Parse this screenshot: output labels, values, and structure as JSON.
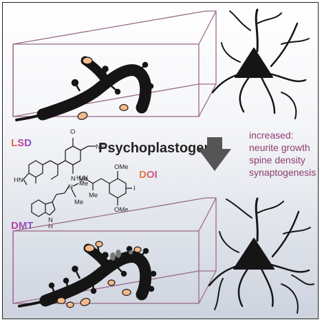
{
  "title": "Psychoplastogen",
  "effects": {
    "heading": "increased:",
    "lines": [
      "neurite growth",
      "spine density",
      "synaptogenesis"
    ]
  },
  "molecules": {
    "lsd": {
      "name": "LSD",
      "atoms": {
        "amide": "NEt",
        "amide_sub": "2",
        "oxygen": "O",
        "ring_n": "N",
        "me": "Me",
        "indole": "HN"
      }
    },
    "doi": {
      "name": "DOI",
      "atoms": {
        "ome_top": "OMe",
        "ome_bottom": "OMe",
        "iodo": "I",
        "amine": "H",
        "amine_sub": "2",
        "amine_n": "N",
        "me": "Me"
      }
    },
    "dmt": {
      "name": "DMT",
      "atoms": {
        "n": "N",
        "me_top": "Me",
        "me_bottom": "Me",
        "indole": "N",
        "indole_h": "H"
      }
    }
  },
  "colors": {
    "box": "#9a6a8a",
    "effect_text": "#8f3d6e",
    "arrow": "#555555",
    "spine": "#f6b98a",
    "lsd_gradient": [
      "#e8703a",
      "#c03ea0",
      "#7b57c8"
    ],
    "doi_gradient": [
      "#e38a35",
      "#c24a9c"
    ],
    "dmt_gradient": [
      "#c0459f",
      "#7a5ac8"
    ]
  }
}
